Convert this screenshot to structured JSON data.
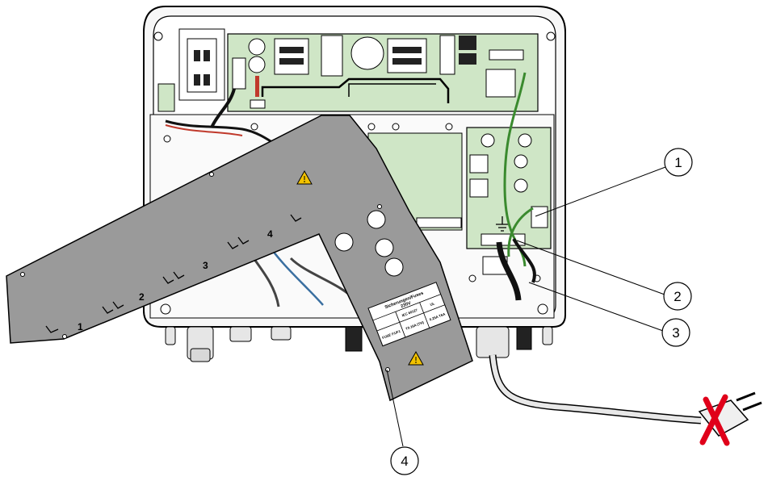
{
  "callouts": [
    {
      "id": "1",
      "label": "1"
    },
    {
      "id": "2",
      "label": "2"
    },
    {
      "id": "3",
      "label": "3"
    },
    {
      "id": "4",
      "label": "4"
    }
  ],
  "channel_labels": [
    "1",
    "2",
    "3",
    "4"
  ],
  "fuse_label": {
    "title": "Sicherungen/Fuses",
    "voltage": "230V",
    "col_iec": "IEC 60127",
    "col_ul": "UL",
    "row_label": "FUSE F1/F1",
    "iec_value": "T0.16A (TH)",
    "ul_value": "0.25A T6A"
  },
  "colors": {
    "pcb_green": "#cfe6c6",
    "cover_gray": "#9a9a9a",
    "enclosure_line": "#000000",
    "wire_green": "#3a8a2e",
    "wire_red": "#c0392b",
    "unplug_cross": "#e0001a",
    "warning_yellow": "#f2c200"
  }
}
